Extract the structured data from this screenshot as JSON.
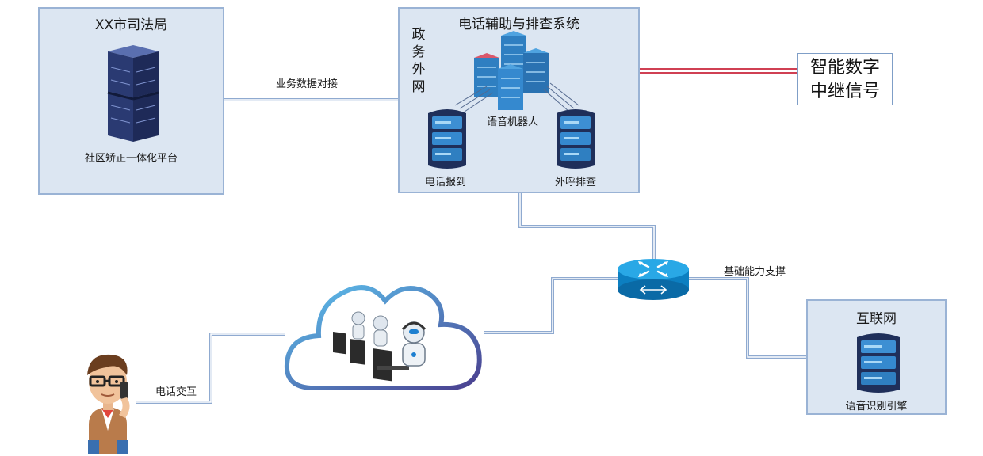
{
  "judicial_bureau": {
    "title": "XX市司法局",
    "platform_label": "社区矫正一体化平台"
  },
  "system": {
    "title": "电话辅助与排查系统",
    "network_label": [
      "政",
      "务",
      "外",
      "网"
    ],
    "robot_label": "语音机器人",
    "report_label": "电话报到",
    "outbound_label": "外呼排查"
  },
  "trunk": {
    "lines": [
      "智能数字",
      "中继信号"
    ]
  },
  "internet": {
    "title": "互联网",
    "engine_label": "语音识别引擎"
  },
  "edges": {
    "business_data": "业务数据对接",
    "basic_support": "基础能力支撑",
    "phone_interaction": "电话交互"
  },
  "colors": {
    "box_fill": "#dce6f2",
    "box_border": "#9ab3d5",
    "connector": "#8faad0",
    "trunk_line": "#c0001a",
    "server_blue": "#2f7fc1",
    "server_dark": "#1f2f5a"
  }
}
